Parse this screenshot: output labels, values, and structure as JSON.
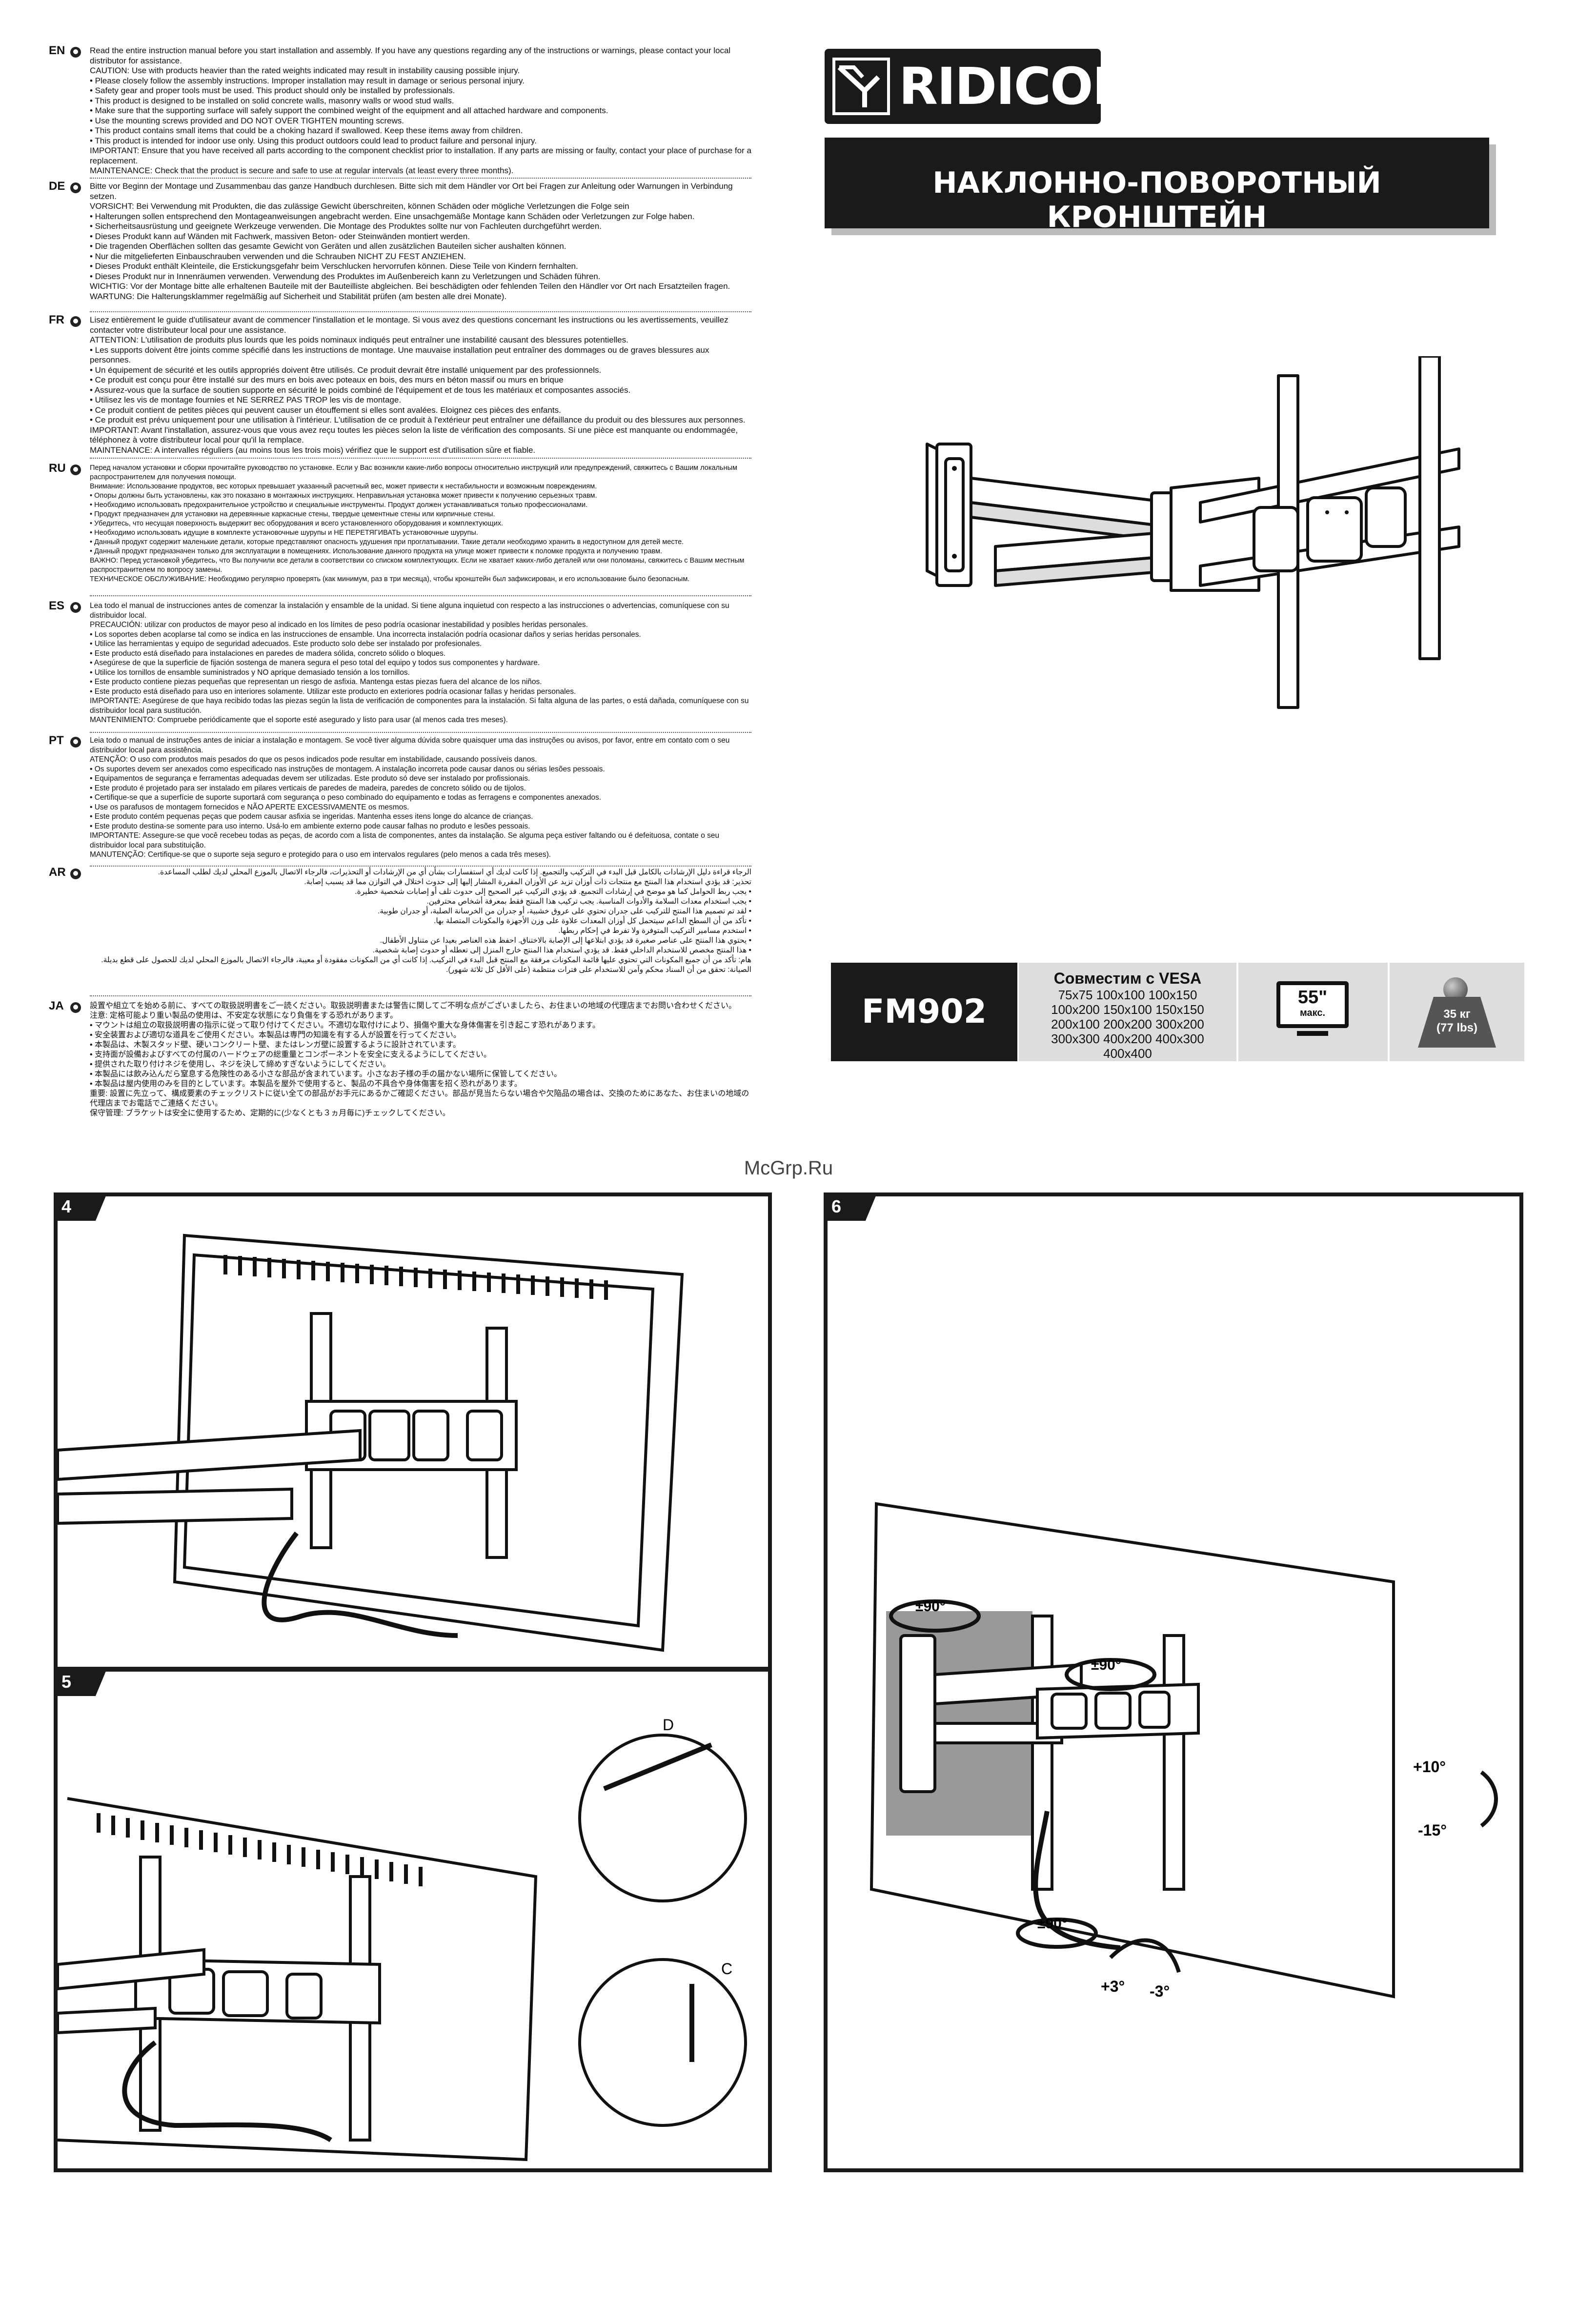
{
  "brand": "RIDICON",
  "product_title": "НАКЛОННО-ПОВОРОТНЫЙ КРОНШТЕЙН",
  "model": "FM902",
  "vesa": {
    "heading": "Совместим с VESA",
    "lines": [
      "75x75 100x100 100x150",
      "100x200 150x100 150x150",
      "200x100 200x200 300x200",
      "300x300 400x200 400x300",
      "400x400"
    ]
  },
  "size_badge": {
    "value": "55\"",
    "unit": "макс."
  },
  "weight_badge": {
    "kg": "35 кг",
    "lbs": "(77 lbs)"
  },
  "watermark": "McGrp.Ru",
  "languages": [
    {
      "code": "EN",
      "lines": [
        "Read the entire instruction manual before you start installation and assembly. If you have any questions regarding any of the instructions or warnings, please contact your local distributor for assistance.",
        "CAUTION: Use with products heavier than the rated weights indicated may result in instability causing possible injury.",
        "• Please closely follow the assembly instructions. Improper installation may result in damage or serious personal injury.",
        "• Safety gear and proper tools must be used. This product should only be installed by professionals.",
        "• This product is designed to be installed on solid concrete walls, masonry walls or wood stud walls.",
        "• Make sure that the supporting surface will safely support the combined weight of the equipment and all attached hardware and components.",
        "• Use the mounting screws provided and DO NOT OVER TIGHTEN mounting screws.",
        "• This product contains small items that could be a choking hazard if swallowed. Keep these items away from children.",
        "• This product is intended for indoor use only. Using this product outdoors could lead to product failure and personal injury.",
        "IMPORTANT: Ensure that you have received all parts according to the component checklist prior to installation. If any parts are missing or faulty, contact your place of purchase for a replacement.",
        "MAINTENANCE: Check that the product is secure and safe to use at regular intervals (at least every three months)."
      ]
    },
    {
      "code": "DE",
      "lines": [
        "Bitte vor Beginn der Montage und Zusammenbau das ganze Handbuch durchlesen. Bitte sich mit dem Händler vor Ort bei Fragen zur Anleitung oder Warnungen in Verbindung setzen.",
        "VORSICHT: Bei Verwendung mit Produkten, die das zulässige Gewicht überschreiten, können Schäden oder mögliche Verletzungen die Folge sein",
        "• Halterungen sollen entsprechend den Montageanweisungen angebracht werden. Eine unsachgemäße Montage kann Schäden oder Verletzungen zur Folge haben.",
        "• Sicherheitsausrüstung und geeignete Werkzeuge verwenden. Die Montage des Produktes sollte nur von Fachleuten durchgeführt werden.",
        "• Dieses Produkt kann auf Wänden mit Fachwerk, massiven Beton- oder Steinwänden montiert werden.",
        "• Die tragenden Oberflächen sollten das gesamte Gewicht von Geräten und allen zusätzlichen Bauteilen sicher aushalten können.",
        "• Nur die mitgelieferten Einbauschrauben verwenden und die Schrauben NICHT ZU FEST ANZIEHEN.",
        "• Dieses Produkt enthält Kleinteile, die Erstickungsgefahr beim Verschlucken hervorrufen können. Diese Teile von Kindern fernhalten.",
        "• Dieses Produkt nur in Innenräumen verwenden. Verwendung des Produktes im Außenbereich kann zu Verletzungen und Schäden führen.",
        "WICHTIG: Vor der Montage bitte alle erhaltenen Bauteile mit der Bauteilliste abgleichen. Bei beschädigten oder fehlenden Teilen den Händler vor Ort nach Ersatzteilen fragen.",
        "WARTUNG: Die Halterungsklammer regelmäßig auf Sicherheit und Stabilität prüfen (am besten alle drei Monate)."
      ]
    },
    {
      "code": "FR",
      "lines": [
        "Lisez entièrement le guide d'utilisateur avant de commencer l'installation et le montage. Si vous avez des questions concernant les instructions ou les avertissements, veuillez contacter votre distributeur local pour une assistance.",
        "ATTENTION: L'utilisation de produits plus lourds que les poids nominaux indiqués peut entraîner une instabilité causant des blessures potentielles.",
        "• Les supports doivent être joints comme spécifié dans les instructions de montage. Une mauvaise installation peut entraîner des dommages ou de graves blessures aux personnes.",
        "• Un équipement de sécurité et les outils appropriés doivent être utilisés. Ce produit devrait être installé uniquement par des professionnels.",
        "• Ce produit est conçu pour être installé sur des murs en bois avec poteaux en bois, des murs en béton massif ou murs en brique",
        "• Assurez-vous que la surface de soutien supporte en sécurité le poids combiné de l'équipement et de tous les matériaux et composantes associés.",
        "• Utilisez les vis de montage fournies et NE SERREZ PAS TROP les vis de montage.",
        "• Ce produit contient de petites pièces qui peuvent causer un étouffement si elles sont avalées. Eloignez ces pièces des enfants.",
        "• Ce produit est prévu uniquement pour une utilisation à l'intérieur. L'utilisation de ce produit à l'extérieur peut entraîner une défaillance du produit ou des blessures aux personnes.",
        "IMPORTANT: Avant l'installation, assurez-vous que vous avez reçu toutes les pièces selon la liste de vérification des composants. Si une pièce est manquante ou endommagée, téléphonez à votre distributeur local pour qu'il la remplace.",
        "MAINTENANCE: A intervalles réguliers (au moins tous les trois mois) vérifiez que le support est d'utilisation sûre et fiable."
      ]
    },
    {
      "code": "RU",
      "lines": [
        "Перед началом установки и сборки прочитайте руководство по установке. Если у Вас возникли какие-либо вопросы относительно инструкций или предупреждений, свяжитесь с Вашим локальным распространителем для получения помощи.",
        "Внимание: Использование продуктов, вес которых превышает указанный расчетный вес, может привести к нестабильности и возможным повреждениям.",
        "• Опоры должны быть установлены, как это показано в монтажных инструкциях. Неправильная установка может привести к получению серьезных травм.",
        "• Необходимо использовать предохранительное устройство и специальные инструменты. Продукт должен устанавливаться только профессионалами.",
        "• Продукт предназначен для установки на деревянные каркасные стены, твердые цементные стены или кирпичные стены.",
        "• Убедитесь, что несущая поверхность выдержит вес оборудования и всего установленного оборудования и комплектующих.",
        "• Необходимо использовать идущие в комплекте установочные шурупы и НЕ ПЕРЕТЯГИВАТЬ установочные шурупы.",
        "• Данный продукт содержит маленькие детали, которые представляют опасность удушения при проглатывании. Такие детали необходимо хранить в недоступном для детей месте.",
        "• Данный продукт предназначен только для эксплуатации в помещениях. Использование данного продукта на улице может привести к поломке продукта и получению травм.",
        "ВАЖНО: Перед установкой убедитесь, что Вы получили все детали в соответствии со списком комплектующих. Если не хватает каких-либо деталей или они поломаны, свяжитесь с Вашим местным распространителем по вопросу замены.",
        "ТЕХНИЧЕСКОЕ ОБСЛУЖИВАНИЕ: Необходимо регулярно проверять (как минимум, раз в три месяца), чтобы кронштейн был зафиксирован, и его использование было безопасным."
      ]
    },
    {
      "code": "ES",
      "lines": [
        "Lea todo el manual de instrucciones antes de comenzar la instalación y ensamble de la unidad. Si tiene alguna inquietud con respecto a las instrucciones o advertencias, comuníquese con su distribuidor local.",
        "PRECAUCIÓN: utilizar con productos de mayor peso al indicado en los límites de peso podría ocasionar inestabilidad y posibles heridas personales.",
        "• Los soportes deben acoplarse tal como se indica en las instrucciones de ensamble. Una incorrecta instalación podría ocasionar daños y serias heridas personales.",
        "• Utilice las herramientas y equipo de seguridad adecuados. Este producto solo debe ser instalado por profesionales.",
        "• Este producto está diseñado para instalaciones en paredes de madera sólida, concreto sólido o bloques.",
        "• Asegúrese de que la superficie de fijación sostenga de manera segura el peso total del equipo y todos sus componentes y hardware.",
        "• Utilice los tornillos de ensamble suministrados y NO aprique demasiado tensión a los tornillos.",
        "• Este producto contiene piezas pequeñas que representan un riesgo de asfixia. Mantenga estas piezas fuera del alcance de los niños.",
        "• Este producto está diseñado para uso en interiores solamente. Utilizar este producto en exteriores podría ocasionar fallas y heridas personales.",
        "IMPORTANTE: Asegúrese de que haya recibido todas las piezas según la lista de verificación de componentes para la instalación. Si falta alguna de las partes, o está dañada, comuníquese con su distribuidor local para sustitución.",
        "MANTENIMIENTO: Compruebe periódicamente que el soporte esté asegurado y listo para usar (al menos cada tres meses)."
      ]
    },
    {
      "code": "PT",
      "lines": [
        "Leia todo o manual de instruções antes de iniciar a instalação e montagem. Se você tiver alguma dúvida sobre quaisquer uma das instruções ou avisos, por favor, entre em contato com o seu distribuidor local para assistência.",
        "ATENÇÃO: O uso com produtos mais pesados do que os pesos indicados pode resultar em instabilidade, causando possíveis danos.",
        "• Os suportes devem ser anexados como especificado nas instruções de montagem. A instalação incorreta pode causar danos ou sérias lesões pessoais.",
        "• Equipamentos de segurança e ferramentas adequadas devem ser utilizadas. Este produto só deve ser instalado por profissionais.",
        "• Este produto é projetado para ser instalado em pilares verticais de paredes de madeira, paredes de concreto sólido ou de tijolos.",
        "• Certifique-se que a superfície de suporte suportará com segurança o peso combinado do equipamento e todas as ferragens e componentes anexados.",
        "• Use os parafusos de montagem fornecidos e NÃO APERTE EXCESSIVAMENTE os mesmos.",
        "• Este produto contém pequenas peças que podem causar asfixia se ingeridas. Mantenha esses itens longe do alcance de crianças.",
        "• Este produto destina-se somente para uso interno. Usá-lo em ambiente externo pode causar falhas no produto e lesões pessoais.",
        "IMPORTANTE: Assegure-se que você recebeu todas as peças, de acordo com a lista de componentes, antes da instalação. Se alguma peça estiver faltando ou é defeituosa, contate o seu distribuidor local para substituição.",
        "MANUTENÇÃO: Certifique-se que o suporte seja seguro e protegido para o uso em intervalos regulares (pelo menos a cada três meses)."
      ]
    },
    {
      "code": "AR",
      "lines": [
        "الرجاء قراءة دليل الإرشادات بالكامل قبل البدء في التركيب والتجميع. إذا كانت لديك أي استفسارات بشأن أي من الإرشادات أو التحذيرات، فالرجاء الاتصال بالموزع المحلي لديك لطلب المساعدة.",
        "تحذير: قد يؤدي استخدام هذا المنتج مع منتجات ذات أوزان تزيد عن الأوزان المقررة المشار إليها إلى حدوث اختلال في التوازن مما قد يسبب إصابة.",
        "• يجب ربط الحوامل كما هو موضح في إرشادات التجميع. قد يؤدي التركيب غير الصحيح إلى حدوث تلف أو إصابات شخصية خطيرة.",
        "• يجب استخدام معدات السلامة والأدوات المناسبة. يجب تركيب هذا المنتج فقط بمعرفة أشخاص محترفين.",
        "• لقد تم تصميم هذا المنتج للتركيب على جدران تحتوي على عروق خشبية، أو جدران من الخرسانة الصلبة، أو جدران طوبية.",
        "• تأكد من أن السطح الداعم سيتحمل كل أوزان المعدات علاوة على وزن الأجهزة والمكونات المتصلة بها.",
        "• استخدم مسامير التركيب المتوفرة ولا تفرط في إحكام ربطها.",
        "• يحتوي هذا المنتج على عناصر صغيرة قد يؤدي ابتلاعها إلى الإصابة بالاختناق. احفظ هذه العناصر بعيدا عن متناول الأطفال.",
        "• هذا المنتج مخصص للاستخدام الداخلي فقط. قد يؤدي استخدام هذا المنتج خارج المنزل إلى تعطله أو حدوث إصابة شخصية.",
        "هام: تأكد من أن جميع المكونات التي تحتوي عليها قائمة المكونات مرفقة مع المنتج قبل البدء في التركيب. إذا كانت أي من المكونات مفقودة أو معيبة، فالرجاء الاتصال بالموزع المحلي لديك للحصول على قطع بديلة.",
        "الصيانة: تحقق من أن السناد محكم وآمن للاستخدام على فترات منتظمة (على الأقل كل ثلاثة شهور)."
      ]
    },
    {
      "code": "JA",
      "lines": [
        "設置や組立てを始める前に、すべての取扱説明書をご一読ください。取扱説明書または警告に関してご不明な点がございましたら、お住まいの地域の代理店までお問い合わせください。",
        "注意: 定格可能より重い製品の使用は、不安定な状態になり負傷をする恐れがあります。",
        "• マウントは組立の取扱説明書の指示に従って取り付けてください。不適切な取付けにより、損傷や重大な身体傷害を引き起こす恐れがあります。",
        "• 安全装置および適切な道具をご使用ください。本製品は専門の知識を有する人が設置を行ってください。",
        "• 本製品は、木製スタッド壁、硬いコンクリート壁、またはレンガ壁に設置するように設計されています。",
        "• 支持面が設備およびすべての付属のハードウェアの総重量とコンポーネントを安全に支えるようにしてください。",
        "• 提供された取り付けネジを使用し、ネジを決して締めすぎないようにしてください。",
        "• 本製品には飲み込んだら窒息する危険性のある小さな部品が含まれています。小さなお子様の手の届かない場所に保管してください。",
        "• 本製品は屋内使用のみを目的としています。本製品を屋外で使用すると、製品の不具合や身体傷害を招く恐れがあります。",
        "重要: 設置に先立って、構成要素のチェックリストに従い全ての部品がお手元にあるかご確認ください。部品が見当たらない場合や欠陥品の場合は、交換のためにあなた、お住まいの地域の代理店までお電話でご連絡ください。",
        "保守管理: ブラケットは安全に使用するため、定期的に(少なくとも３ヵ月毎に)チェックしてください。"
      ]
    }
  ],
  "steps": {
    "s4": {
      "number": "4"
    },
    "s5": {
      "number": "5",
      "callout_d": "D",
      "callout_c": "C"
    },
    "s6": {
      "number": "6",
      "swivel1": "±90°",
      "swivel2": "±90°",
      "swivel3": "±90°",
      "tilt_up": "+10°",
      "tilt_down": "-15°",
      "level_plus": "+3°",
      "level_minus": "-3°"
    }
  }
}
